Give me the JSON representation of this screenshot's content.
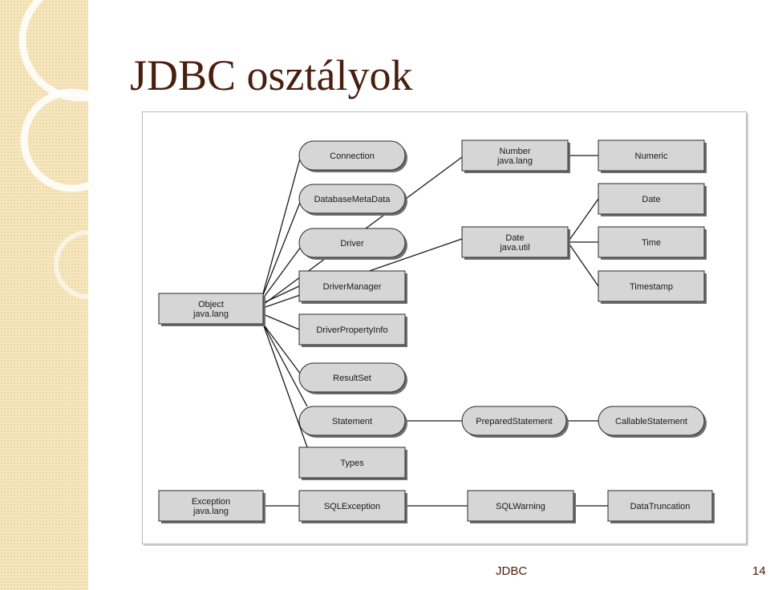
{
  "slide": {
    "title": "JDBC osztályok",
    "footer": "JDBC",
    "page_number": "14"
  },
  "diagram": {
    "nodes": [
      {
        "id": "object",
        "lines": [
          "Object",
          "java.lang"
        ],
        "shape": "rect"
      },
      {
        "id": "connection",
        "lines": [
          "Connection"
        ],
        "shape": "rounded"
      },
      {
        "id": "databasemetadata",
        "lines": [
          "DatabaseMetaData"
        ],
        "shape": "rounded"
      },
      {
        "id": "driver",
        "lines": [
          "Driver"
        ],
        "shape": "rounded"
      },
      {
        "id": "drivermanager",
        "lines": [
          "DriverManager"
        ],
        "shape": "rect"
      },
      {
        "id": "driverpropertyinfo",
        "lines": [
          "DriverPropertyInfo"
        ],
        "shape": "rect"
      },
      {
        "id": "resultset",
        "lines": [
          "ResultSet"
        ],
        "shape": "rounded"
      },
      {
        "id": "statement",
        "lines": [
          "Statement"
        ],
        "shape": "rounded"
      },
      {
        "id": "types",
        "lines": [
          "Types"
        ],
        "shape": "rect"
      },
      {
        "id": "number",
        "lines": [
          "Number",
          "java.lang"
        ],
        "shape": "rect"
      },
      {
        "id": "numeric",
        "lines": [
          "Numeric"
        ],
        "shape": "rect"
      },
      {
        "id": "date_util",
        "lines": [
          "Date",
          "java.util"
        ],
        "shape": "rect"
      },
      {
        "id": "date",
        "lines": [
          "Date"
        ],
        "shape": "rect"
      },
      {
        "id": "time",
        "lines": [
          "Time"
        ],
        "shape": "rect"
      },
      {
        "id": "timestamp",
        "lines": [
          "Timestamp"
        ],
        "shape": "rect"
      },
      {
        "id": "preparedstatement",
        "lines": [
          "PreparedStatement"
        ],
        "shape": "rounded"
      },
      {
        "id": "callablestatement",
        "lines": [
          "CallableStatement"
        ],
        "shape": "rounded"
      },
      {
        "id": "exception",
        "lines": [
          "Exception",
          "java.lang"
        ],
        "shape": "rect"
      },
      {
        "id": "sqlexception",
        "lines": [
          "SQLException"
        ],
        "shape": "rect"
      },
      {
        "id": "sqlwarning",
        "lines": [
          "SQLWarning"
        ],
        "shape": "rect"
      },
      {
        "id": "datatruncation",
        "lines": [
          "DataTruncation"
        ],
        "shape": "rect"
      }
    ],
    "edges": [
      [
        "object",
        "connection"
      ],
      [
        "object",
        "databasemetadata"
      ],
      [
        "object",
        "driver"
      ],
      [
        "object",
        "drivermanager"
      ],
      [
        "object",
        "driverpropertyinfo"
      ],
      [
        "object",
        "resultset"
      ],
      [
        "object",
        "statement"
      ],
      [
        "object",
        "types"
      ],
      [
        "object",
        "number"
      ],
      [
        "object",
        "date_util"
      ],
      [
        "number",
        "numeric"
      ],
      [
        "date_util",
        "date"
      ],
      [
        "date_util",
        "time"
      ],
      [
        "date_util",
        "timestamp"
      ],
      [
        "statement",
        "preparedstatement"
      ],
      [
        "preparedstatement",
        "callablestatement"
      ],
      [
        "exception",
        "sqlexception"
      ],
      [
        "sqlexception",
        "sqlwarning"
      ],
      [
        "sqlwarning",
        "datatruncation"
      ]
    ]
  }
}
